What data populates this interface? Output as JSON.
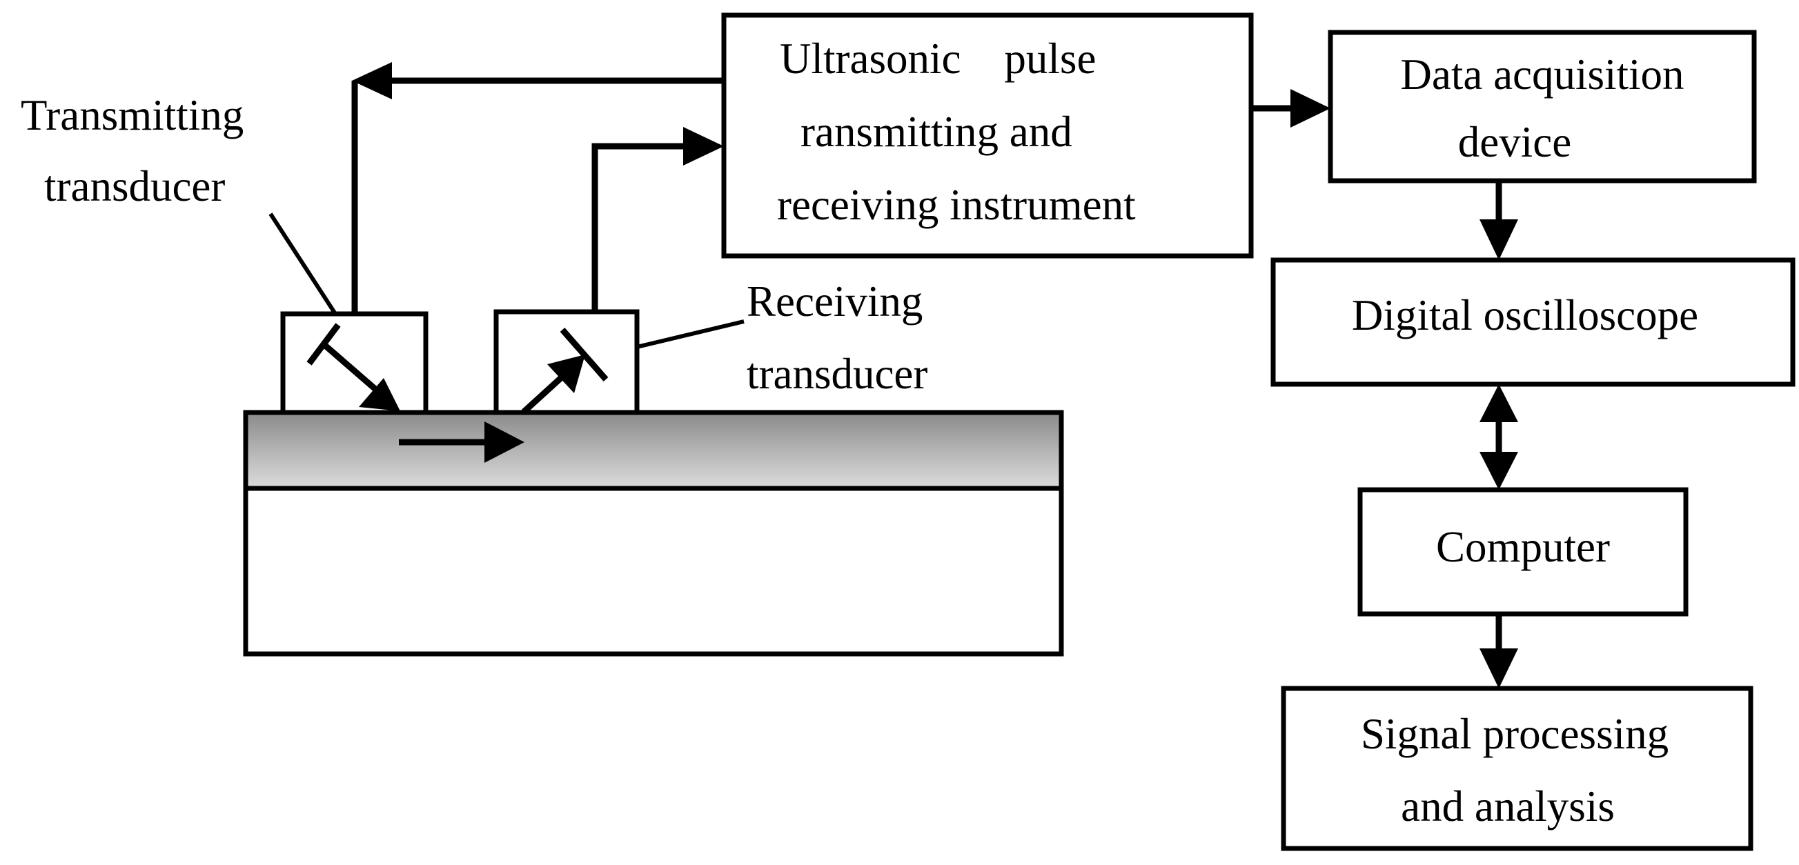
{
  "labels": {
    "transmitting_transducer": [
      "Transmitting",
      "transducer"
    ],
    "receiving_transducer": [
      "Receiving",
      "transducer"
    ]
  },
  "boxes": {
    "ultrasonic_instrument": [
      "Ultrasonic    pulse",
      "ransmitting and",
      "receiving instrument"
    ],
    "data_acquisition": [
      "Data acquisition",
      "device"
    ],
    "digital_oscilloscope": [
      "Digital oscilloscope"
    ],
    "computer": [
      "Computer"
    ],
    "signal_processing": [
      "Signal processing",
      "and analysis"
    ]
  }
}
